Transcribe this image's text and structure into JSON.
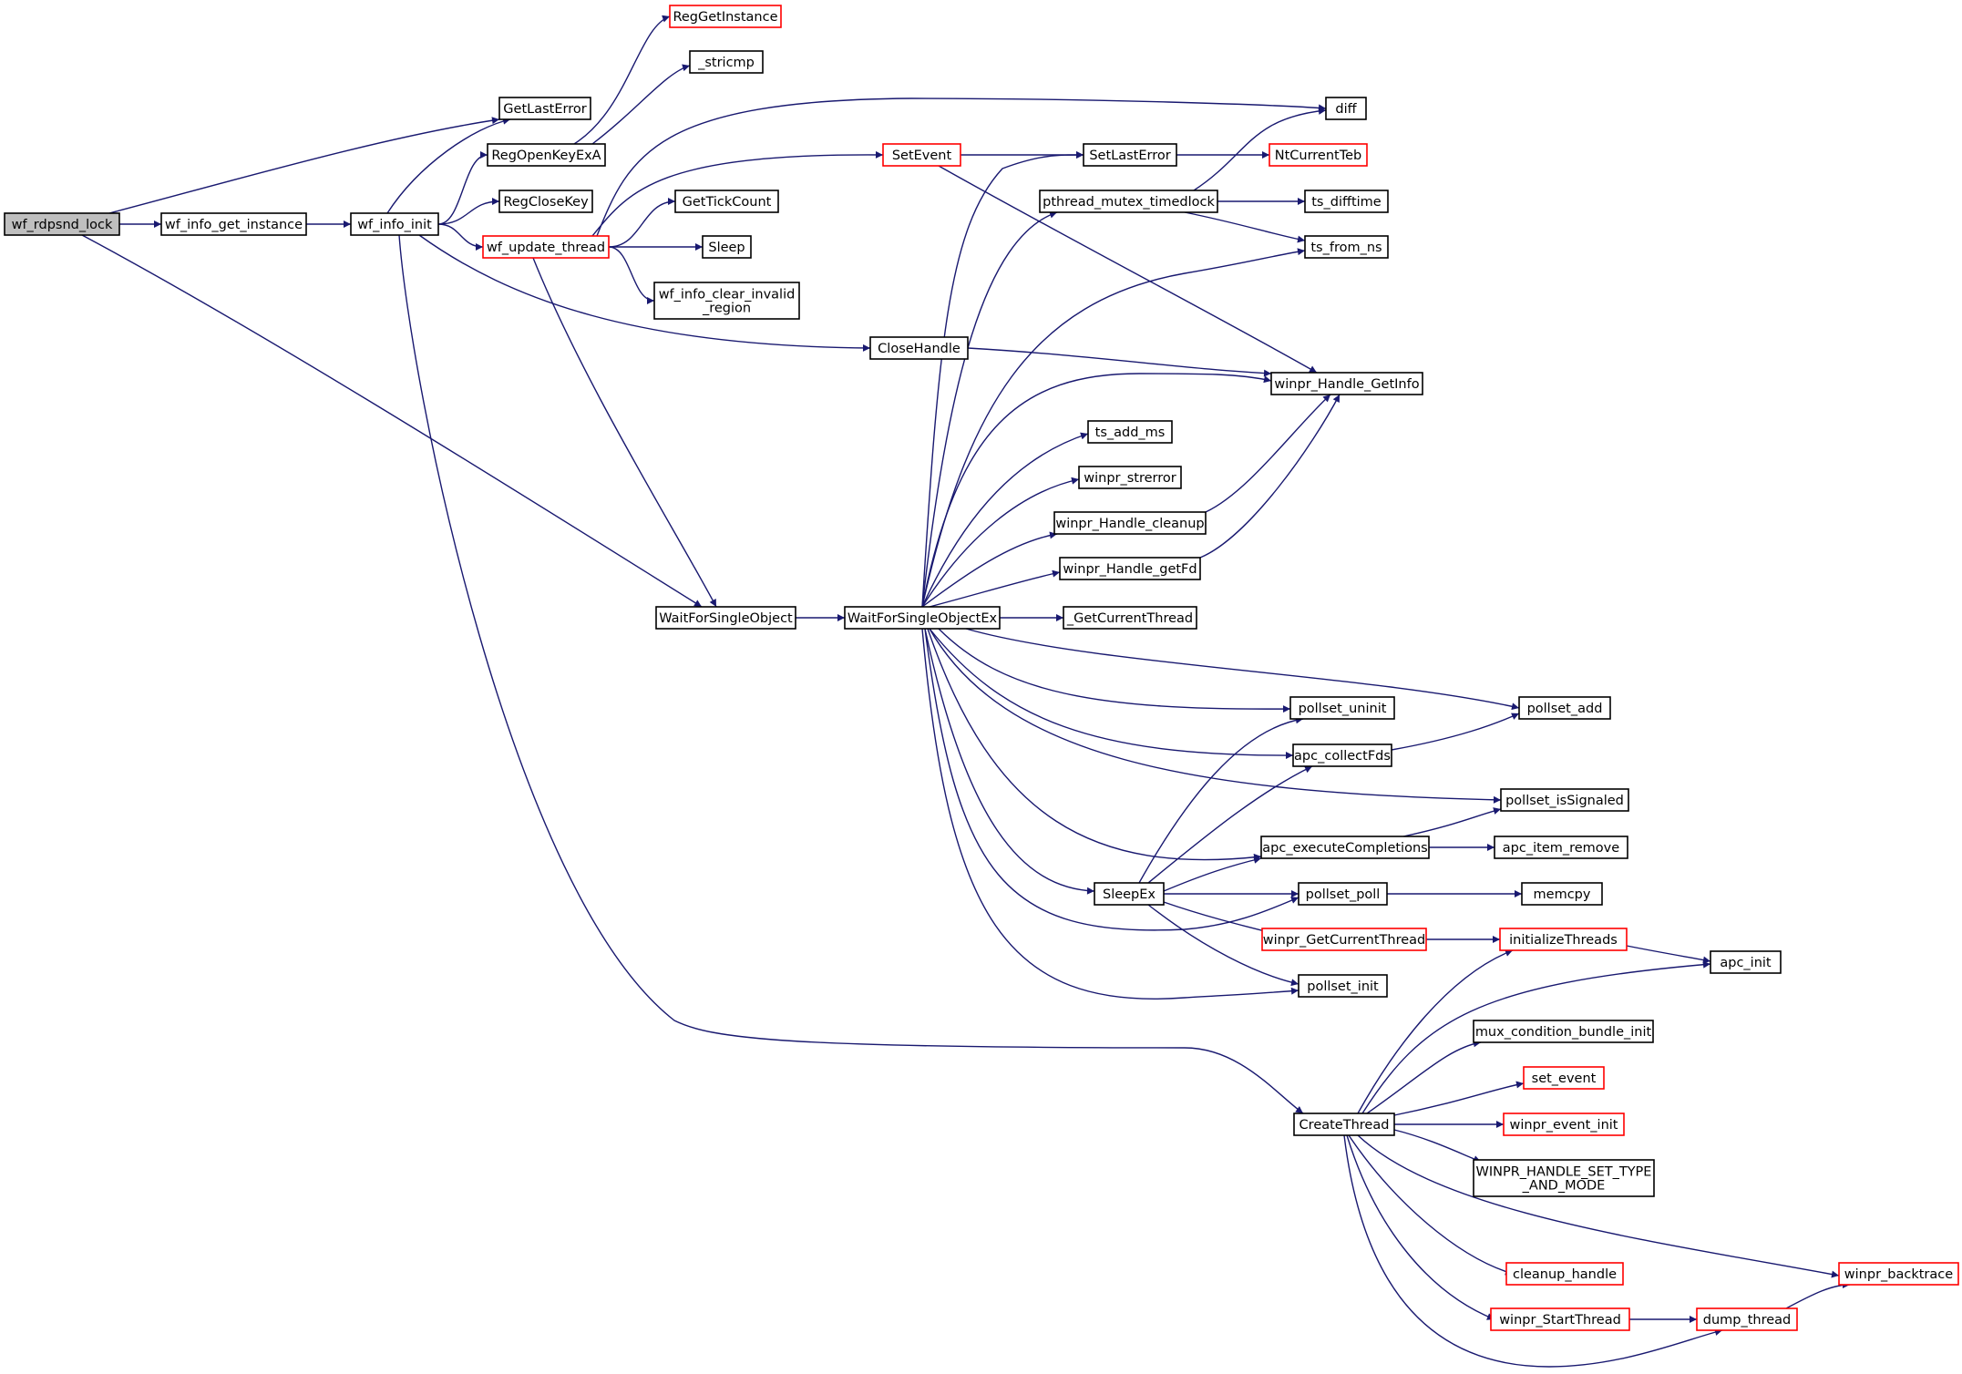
{
  "colors": {
    "edge": "#191970",
    "node_border": "#000000",
    "node_border_truncated": "#ff0000",
    "root_fill": "#bfbfbf"
  },
  "nodes": [
    {
      "id": "wf_rdpsnd_lock",
      "lines": [
        "wf_rdpsnd_lock"
      ],
      "root": true
    },
    {
      "id": "wf_info_get_instance",
      "lines": [
        "wf_info_get_instance"
      ]
    },
    {
      "id": "wf_info_init",
      "lines": [
        "wf_info_init"
      ]
    },
    {
      "id": "GetLastError",
      "lines": [
        "GetLastError"
      ]
    },
    {
      "id": "RegOpenKeyExA",
      "lines": [
        "RegOpenKeyExA"
      ]
    },
    {
      "id": "RegCloseKey",
      "lines": [
        "RegCloseKey"
      ]
    },
    {
      "id": "wf_update_thread",
      "lines": [
        "wf_update_thread"
      ],
      "truncated": true
    },
    {
      "id": "RegGetInstance",
      "lines": [
        "RegGetInstance"
      ],
      "truncated": true
    },
    {
      "id": "_stricmp",
      "lines": [
        "_stricmp"
      ]
    },
    {
      "id": "GetTickCount",
      "lines": [
        "GetTickCount"
      ]
    },
    {
      "id": "Sleep",
      "lines": [
        "Sleep"
      ]
    },
    {
      "id": "wf_info_clear_invalid_region",
      "lines": [
        "wf_info_clear_invalid",
        "_region"
      ]
    },
    {
      "id": "SetEvent",
      "lines": [
        "SetEvent"
      ],
      "truncated": true
    },
    {
      "id": "CloseHandle",
      "lines": [
        "CloseHandle"
      ]
    },
    {
      "id": "WaitForSingleObject",
      "lines": [
        "WaitForSingleObject"
      ]
    },
    {
      "id": "WaitForSingleObjectEx",
      "lines": [
        "WaitForSingleObjectEx"
      ]
    },
    {
      "id": "diff",
      "lines": [
        "diff"
      ]
    },
    {
      "id": "SetLastError",
      "lines": [
        "SetLastError"
      ]
    },
    {
      "id": "NtCurrentTeb",
      "lines": [
        "NtCurrentTeb"
      ],
      "truncated": true
    },
    {
      "id": "pthread_mutex_timedlock",
      "lines": [
        "pthread_mutex_timedlock"
      ]
    },
    {
      "id": "ts_difftime",
      "lines": [
        "ts_difftime"
      ]
    },
    {
      "id": "ts_from_ns",
      "lines": [
        "ts_from_ns"
      ]
    },
    {
      "id": "winpr_Handle_GetInfo",
      "lines": [
        "winpr_Handle_GetInfo"
      ]
    },
    {
      "id": "ts_add_ms",
      "lines": [
        "ts_add_ms"
      ]
    },
    {
      "id": "winpr_strerror",
      "lines": [
        "winpr_strerror"
      ]
    },
    {
      "id": "winpr_Handle_cleanup",
      "lines": [
        "winpr_Handle_cleanup"
      ]
    },
    {
      "id": "winpr_Handle_getFd",
      "lines": [
        "winpr_Handle_getFd"
      ]
    },
    {
      "id": "_GetCurrentThread",
      "lines": [
        "_GetCurrentThread"
      ]
    },
    {
      "id": "pollset_uninit",
      "lines": [
        "pollset_uninit"
      ]
    },
    {
      "id": "pollset_add",
      "lines": [
        "pollset_add"
      ]
    },
    {
      "id": "apc_collectFds",
      "lines": [
        "apc_collectFds"
      ]
    },
    {
      "id": "pollset_isSignaled",
      "lines": [
        "pollset_isSignaled"
      ]
    },
    {
      "id": "apc_executeCompletions",
      "lines": [
        "apc_executeCompletions"
      ]
    },
    {
      "id": "apc_item_remove",
      "lines": [
        "apc_item_remove"
      ]
    },
    {
      "id": "SleepEx",
      "lines": [
        "SleepEx"
      ]
    },
    {
      "id": "pollset_poll",
      "lines": [
        "pollset_poll"
      ]
    },
    {
      "id": "memcpy",
      "lines": [
        "memcpy"
      ]
    },
    {
      "id": "winpr_GetCurrentThread",
      "lines": [
        "winpr_GetCurrentThread"
      ],
      "truncated": true
    },
    {
      "id": "initializeThreads",
      "lines": [
        "initializeThreads"
      ],
      "truncated": true
    },
    {
      "id": "apc_init",
      "lines": [
        "apc_init"
      ]
    },
    {
      "id": "pollset_init",
      "lines": [
        "pollset_init"
      ]
    },
    {
      "id": "mux_condition_bundle_init",
      "lines": [
        "mux_condition_bundle_init"
      ]
    },
    {
      "id": "set_event",
      "lines": [
        "set_event"
      ],
      "truncated": true
    },
    {
      "id": "CreateThread",
      "lines": [
        "CreateThread"
      ]
    },
    {
      "id": "winpr_event_init",
      "lines": [
        "winpr_event_init"
      ],
      "truncated": true
    },
    {
      "id": "WINPR_HANDLE_SET_TYPE_AND_MODE",
      "lines": [
        "WINPR_HANDLE_SET_TYPE",
        "_AND_MODE"
      ]
    },
    {
      "id": "cleanup_handle",
      "lines": [
        "cleanup_handle"
      ],
      "truncated": true
    },
    {
      "id": "winpr_backtrace",
      "lines": [
        "winpr_backtrace"
      ],
      "truncated": true
    },
    {
      "id": "winpr_StartThread",
      "lines": [
        "winpr_StartThread"
      ],
      "truncated": true
    },
    {
      "id": "dump_thread",
      "lines": [
        "dump_thread"
      ],
      "truncated": true
    }
  ],
  "edges": [
    [
      "wf_rdpsnd_lock",
      "wf_info_get_instance"
    ],
    [
      "wf_rdpsnd_lock",
      "GetLastError"
    ],
    [
      "wf_rdpsnd_lock",
      "WaitForSingleObject"
    ],
    [
      "wf_info_get_instance",
      "wf_info_init"
    ],
    [
      "wf_info_init",
      "GetLastError"
    ],
    [
      "wf_info_init",
      "RegOpenKeyExA"
    ],
    [
      "wf_info_init",
      "RegCloseKey"
    ],
    [
      "wf_info_init",
      "wf_update_thread"
    ],
    [
      "wf_info_init",
      "CloseHandle"
    ],
    [
      "wf_info_init",
      "CreateThread"
    ],
    [
      "RegOpenKeyExA",
      "RegGetInstance"
    ],
    [
      "RegOpenKeyExA",
      "_stricmp"
    ],
    [
      "wf_update_thread",
      "diff"
    ],
    [
      "wf_update_thread",
      "SetEvent"
    ],
    [
      "wf_update_thread",
      "GetTickCount"
    ],
    [
      "wf_update_thread",
      "Sleep"
    ],
    [
      "wf_update_thread",
      "wf_info_clear_invalid_region"
    ],
    [
      "wf_update_thread",
      "WaitForSingleObject"
    ],
    [
      "SetEvent",
      "SetLastError"
    ],
    [
      "SetEvent",
      "winpr_Handle_GetInfo"
    ],
    [
      "CloseHandle",
      "winpr_Handle_GetInfo"
    ],
    [
      "WaitForSingleObject",
      "WaitForSingleObjectEx"
    ],
    [
      "WaitForSingleObjectEx",
      "SetLastError"
    ],
    [
      "WaitForSingleObjectEx",
      "pthread_mutex_timedlock"
    ],
    [
      "WaitForSingleObjectEx",
      "ts_from_ns"
    ],
    [
      "WaitForSingleObjectEx",
      "winpr_Handle_GetInfo"
    ],
    [
      "WaitForSingleObjectEx",
      "ts_add_ms"
    ],
    [
      "WaitForSingleObjectEx",
      "winpr_strerror"
    ],
    [
      "WaitForSingleObjectEx",
      "winpr_Handle_cleanup"
    ],
    [
      "WaitForSingleObjectEx",
      "winpr_Handle_getFd"
    ],
    [
      "WaitForSingleObjectEx",
      "_GetCurrentThread"
    ],
    [
      "WaitForSingleObjectEx",
      "pollset_add"
    ],
    [
      "WaitForSingleObjectEx",
      "pollset_uninit"
    ],
    [
      "WaitForSingleObjectEx",
      "apc_collectFds"
    ],
    [
      "WaitForSingleObjectEx",
      "pollset_isSignaled"
    ],
    [
      "WaitForSingleObjectEx",
      "apc_executeCompletions"
    ],
    [
      "WaitForSingleObjectEx",
      "SleepEx"
    ],
    [
      "WaitForSingleObjectEx",
      "pollset_poll"
    ],
    [
      "WaitForSingleObjectEx",
      "pollset_init"
    ],
    [
      "SetLastError",
      "NtCurrentTeb"
    ],
    [
      "pthread_mutex_timedlock",
      "diff"
    ],
    [
      "pthread_mutex_timedlock",
      "ts_difftime"
    ],
    [
      "pthread_mutex_timedlock",
      "ts_from_ns"
    ],
    [
      "winpr_Handle_cleanup",
      "winpr_Handle_GetInfo"
    ],
    [
      "winpr_Handle_getFd",
      "winpr_Handle_GetInfo"
    ],
    [
      "apc_collectFds",
      "pollset_add"
    ],
    [
      "apc_executeCompletions",
      "pollset_isSignaled"
    ],
    [
      "apc_executeCompletions",
      "apc_item_remove"
    ],
    [
      "SleepEx",
      "pollset_uninit"
    ],
    [
      "SleepEx",
      "apc_collectFds"
    ],
    [
      "SleepEx",
      "apc_executeCompletions"
    ],
    [
      "SleepEx",
      "pollset_poll"
    ],
    [
      "SleepEx",
      "winpr_GetCurrentThread"
    ],
    [
      "SleepEx",
      "pollset_init"
    ],
    [
      "pollset_poll",
      "memcpy"
    ],
    [
      "winpr_GetCurrentThread",
      "initializeThreads"
    ],
    [
      "initializeThreads",
      "apc_init"
    ],
    [
      "CreateThread",
      "initializeThreads"
    ],
    [
      "CreateThread",
      "apc_init"
    ],
    [
      "CreateThread",
      "mux_condition_bundle_init"
    ],
    [
      "CreateThread",
      "set_event"
    ],
    [
      "CreateThread",
      "winpr_event_init"
    ],
    [
      "CreateThread",
      "WINPR_HANDLE_SET_TYPE_AND_MODE"
    ],
    [
      "CreateThread",
      "cleanup_handle"
    ],
    [
      "CreateThread",
      "winpr_backtrace"
    ],
    [
      "CreateThread",
      "winpr_StartThread"
    ],
    [
      "CreateThread",
      "dump_thread"
    ],
    [
      "winpr_StartThread",
      "dump_thread"
    ],
    [
      "dump_thread",
      "winpr_backtrace"
    ]
  ]
}
